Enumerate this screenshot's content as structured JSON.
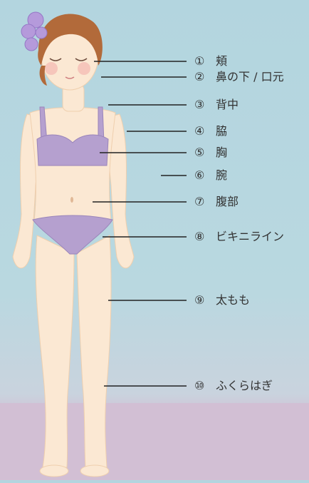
{
  "illustration": {
    "subject": "woman-body-figure",
    "colors": {
      "background": "#b5d6df",
      "floor": "#d2bfd4",
      "skin": "#fbe8d3",
      "hair": "#b26a3a",
      "underwear": "#b5a0cf",
      "flower": "#b59adb"
    }
  },
  "labels": [
    {
      "num": "①",
      "text": "頬"
    },
    {
      "num": "②",
      "text": "鼻の下 / 口元"
    },
    {
      "num": "③",
      "text": "背中"
    },
    {
      "num": "④",
      "text": "脇"
    },
    {
      "num": "⑤",
      "text": "胸"
    },
    {
      "num": "⑥",
      "text": "腕"
    },
    {
      "num": "⑦",
      "text": "腹部"
    },
    {
      "num": "⑧",
      "text": "ビキニライン"
    },
    {
      "num": "⑨",
      "text": "太もも"
    },
    {
      "num": "⑩",
      "text": "ふくらはぎ"
    }
  ]
}
